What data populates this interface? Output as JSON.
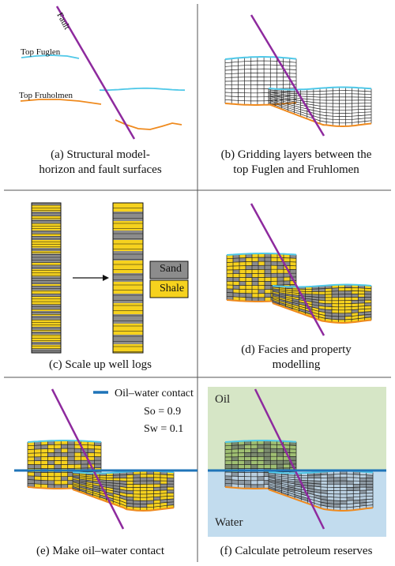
{
  "panels": {
    "a": {
      "caption_line1": "(a) Structural model-",
      "caption_line2": "horizon and fault surfaces",
      "fault_label": "Fault",
      "top_fuglen": "Top Fuglen",
      "top_fruholmen": "Top Fruholmen"
    },
    "b": {
      "caption_line1": "(b) Gridding layers between the",
      "caption_line2": "top Fuglen and Fruhlomen"
    },
    "c": {
      "caption_line1": "(c) Scale up well logs",
      "legend_sand": "Sand",
      "legend_shale": "Shale"
    },
    "d": {
      "caption_line1": "(d) Facies and property",
      "caption_line2": "modelling"
    },
    "e": {
      "caption_line1": "(e) Make oil–water contact",
      "legend_owc": "Oil–water contact",
      "so": "So = 0.9",
      "sw": "Sw = 0.1"
    },
    "f": {
      "caption_line1": "(f) Calculate petroleum reserves",
      "oil": "Oil",
      "water": "Water"
    }
  },
  "colors": {
    "fault": "#8e2a9e",
    "top_horizon": "#4fc8e8",
    "base_horizon": "#ef8a1e",
    "sand": "#8c8c8c",
    "shale": "#f6d21e",
    "grid": "#222222",
    "owc": "#1f74b8",
    "oil_zone": "#d6e6c6",
    "water_zone": "#c2dcee",
    "divider": "#555555"
  }
}
